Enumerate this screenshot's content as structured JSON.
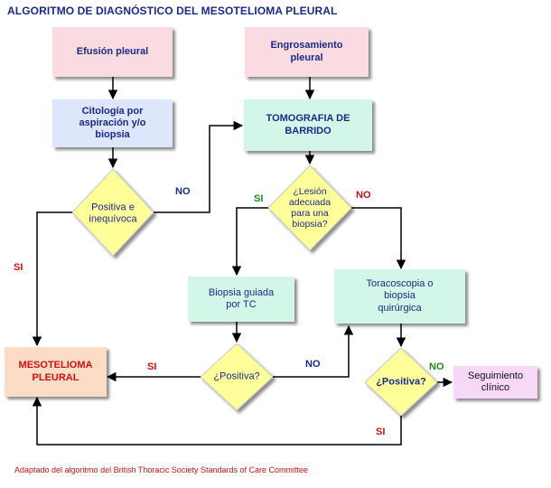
{
  "title": "ALGORITMO DE DIAGNÓSTICO DEL MESOTELIOMA PLEURAL",
  "footer": "Adaptado del algoritmo del  British Thoracic Society Standards of Care Committee",
  "nodes": {
    "efusion": "Efusión pleural",
    "engrosamiento": "Engrosamiento\npleural",
    "citologia": "Citología por\naspiración y/o\nbiopsia",
    "tomografia": "TOMOGRAFIA DE\nBARRIDO",
    "positiva_inequivoca": "Positiva e\ninequívoca",
    "lesion_adecuada": "¿Lesión\nadecuada\npara una\nbiopsia?",
    "biopsia_guiada": "Biopsia guiada\npor TC",
    "toracoscopia": "Toracoscopia o\nbiopsia\nquirúrgica",
    "mesotelioma": "MESOTELIOMA\nPLEURAL",
    "positiva_1": "¿Positiva?",
    "positiva_2": "¿Positiva?",
    "seguimiento": "Seguimiento\nclínico"
  },
  "edge_labels": {
    "no_citologia": "NO",
    "si_citologia": "SI",
    "si_lesion": "SI",
    "no_lesion": "NO",
    "si_biopsia": "SI",
    "no_biopsia": "NO",
    "no_toraco": "NO",
    "si_toraco": "SI"
  },
  "colors": {
    "pink": "#fadbe1",
    "blue": "#dde6fb",
    "mint": "#d2f6e8",
    "peach": "#fcdcc4",
    "lilac": "#f7d8f7",
    "diamond": "#ffff99",
    "title_blue": "#1a2a8a",
    "red": "#cc1111",
    "green": "#1a8a1a"
  }
}
